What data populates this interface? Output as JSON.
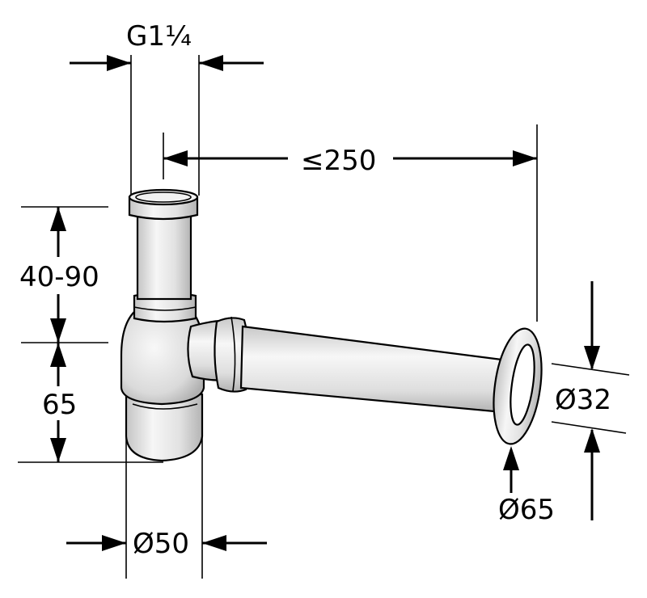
{
  "dimensions": {
    "thread": "G1¼",
    "max_length": "≤250",
    "adjust_height": "40-90",
    "seal_height": "65",
    "body_diameter": "Ø50",
    "pipe_diameter": "Ø32",
    "rosette_diameter": "Ø65"
  },
  "colors": {
    "line": "#000000",
    "metal_light": "#f4f4f4",
    "metal_mid": "#dcdcdc",
    "metal_dark": "#b8b8b8"
  }
}
